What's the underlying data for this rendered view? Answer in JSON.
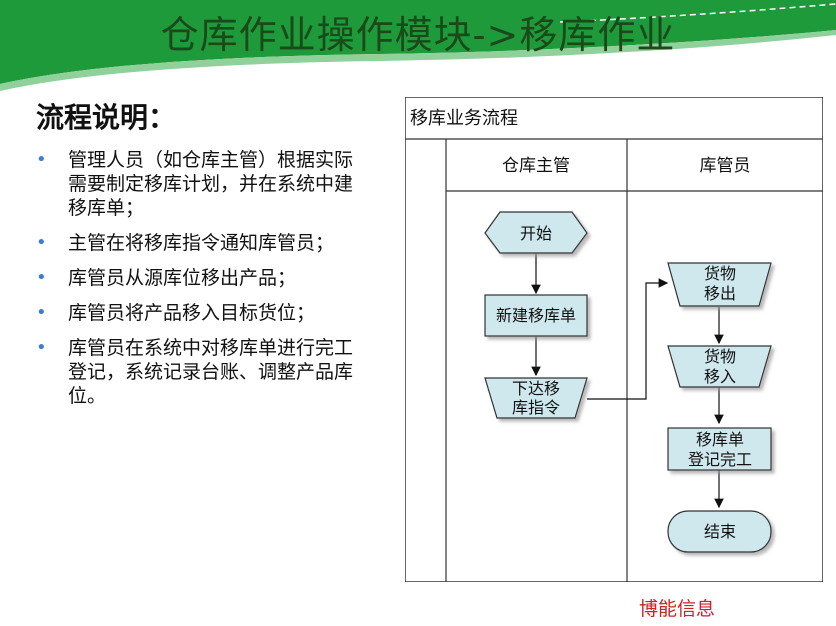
{
  "slide": {
    "title": "仓库作业操作模块->移库作业",
    "section_heading": "流程说明：",
    "bullets": [
      "管理人员（如仓库主管）根据实际需要制定移库计划，并在系统中建移库单；",
      "主管在将移库指令通知库管员；",
      "库管员从源库位移出产品；",
      "库管员将产品移入目标货位；",
      "库管员在系统中对移库单进行完工登记，系统记录台账、调整产品库位。"
    ],
    "watermark": "博能信息"
  },
  "flowchart": {
    "title": "移库业务流程",
    "lanes": [
      "仓库主管",
      "库管员"
    ],
    "nodes": {
      "start": "开始",
      "create": "新建移库单",
      "issue": [
        "下达移",
        "库指令"
      ],
      "move_out": [
        "货物",
        "移出"
      ],
      "move_in": [
        "货物",
        "移入"
      ],
      "complete": [
        "移库单",
        "登记完工"
      ],
      "end": "结束"
    }
  },
  "colors": {
    "banner_green": "#1f9a3a",
    "node_fill": "#cfe8ee",
    "bullet_blue": "#3a7fd0",
    "watermark_red": "#cc2222"
  }
}
